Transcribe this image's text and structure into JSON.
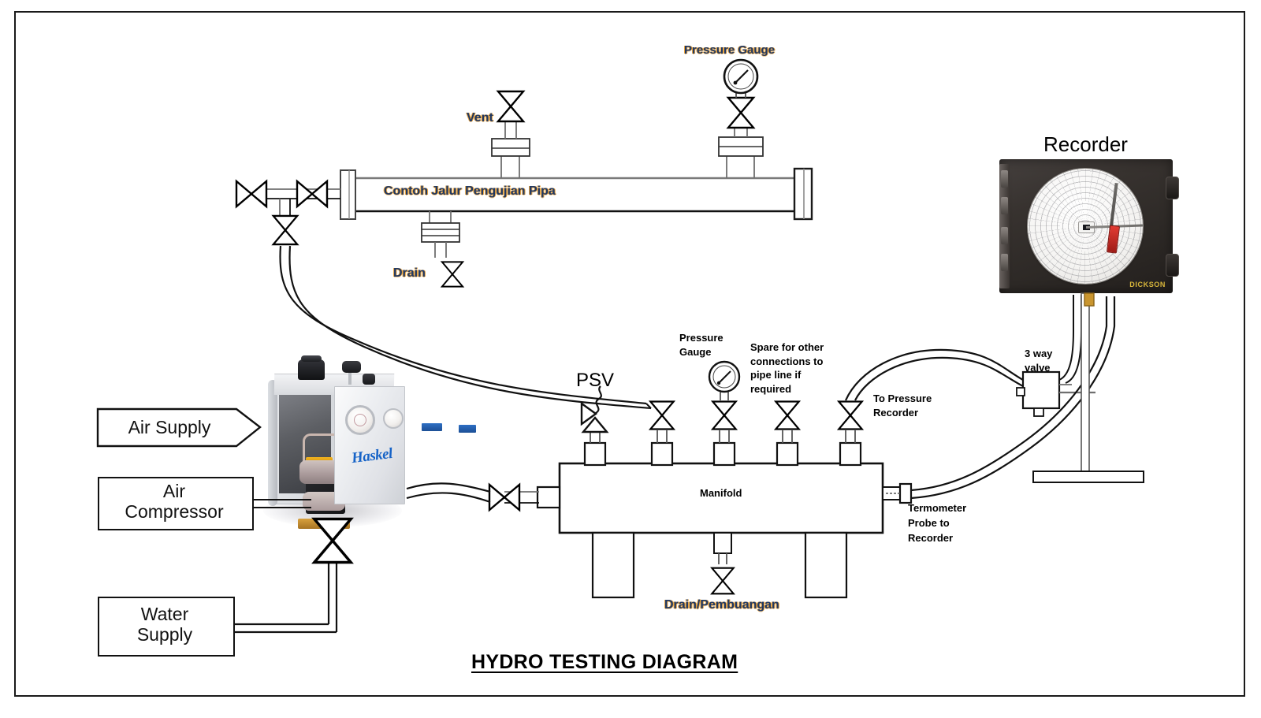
{
  "diagram": {
    "title": "HYDRO TESTING DIAGRAM",
    "frame_color": "#1a1a1a",
    "label_navy": "#1f3864",
    "label_accent": "#e8a33d"
  },
  "supply_boxes": [
    {
      "id": "air-supply",
      "label": "Air Supply",
      "shape": "arrow"
    },
    {
      "id": "air-compressor",
      "label": "Air\nCompressor",
      "shape": "rect"
    },
    {
      "id": "water-supply",
      "label": "Water\nSupply",
      "shape": "rect"
    }
  ],
  "test_line": {
    "pipe_label": "Contoh Jalur Pengujian Pipa",
    "vent_label": "Vent",
    "drain_label": "Drain",
    "gauge_label": "Pressure Gauge"
  },
  "manifold": {
    "body_label": "Manifold",
    "psv_label": "PSV",
    "gauge_label": "Pressure\nGauge",
    "spare_label": "Spare for other\nconnections to\npipe line if\nrequired",
    "to_recorder_label": "To Pressure\nRecorder",
    "thermometer_label": "Termometer\nProbe to\nRecorder",
    "drain_label": "Drain/Pembuangan"
  },
  "recorder": {
    "title": "Recorder",
    "brand": "DICKSON",
    "three_way_valve_label": "3 way\nvalve"
  },
  "pump": {
    "brand": "Haskel"
  }
}
